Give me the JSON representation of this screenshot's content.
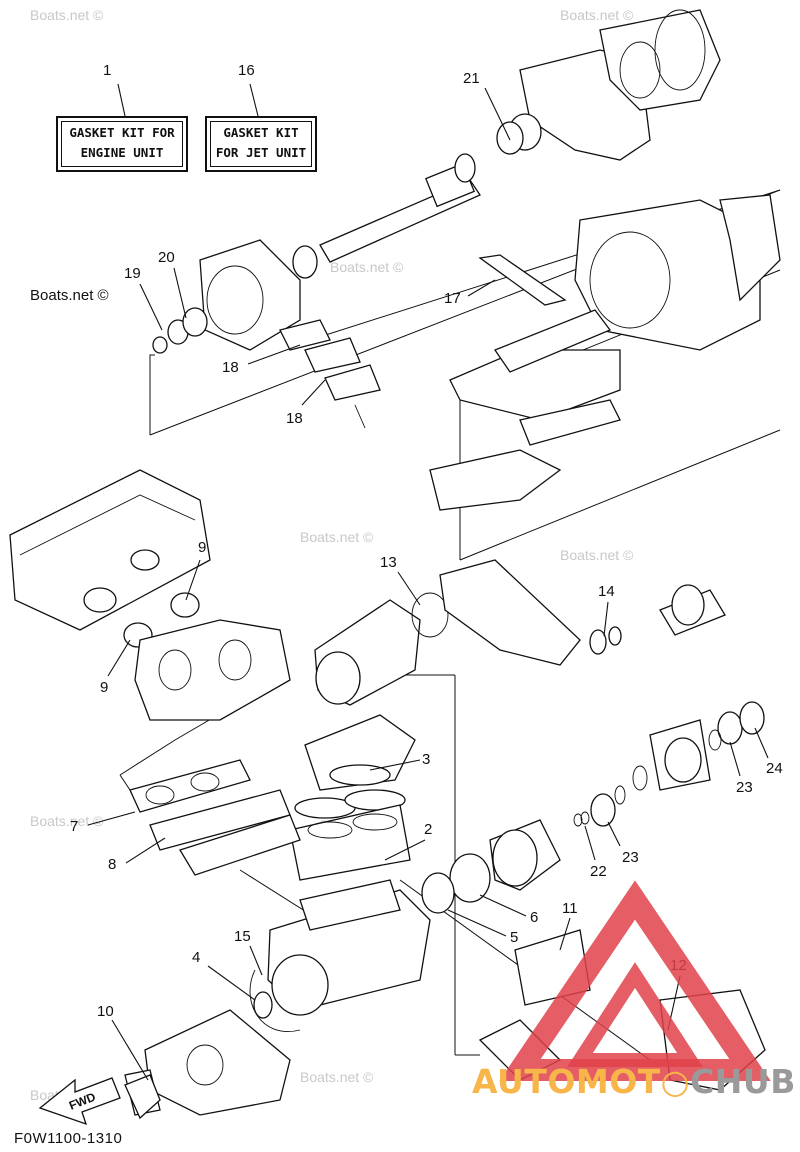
{
  "kits": [
    {
      "number": "1",
      "line1": "GASKET KIT FOR",
      "line2": "ENGINE UNIT"
    },
    {
      "number": "16",
      "line1": "GASKET KIT",
      "line2": "FOR JET UNIT"
    }
  ],
  "callouts": [
    {
      "id": "c21",
      "label": "21"
    },
    {
      "id": "c19",
      "label": "19"
    },
    {
      "id": "c20",
      "label": "20"
    },
    {
      "id": "c17",
      "label": "17"
    },
    {
      "id": "c18a",
      "label": "18"
    },
    {
      "id": "c18b",
      "label": "18"
    },
    {
      "id": "c9a",
      "label": "9"
    },
    {
      "id": "c9b",
      "label": "9"
    },
    {
      "id": "c13",
      "label": "13"
    },
    {
      "id": "c14",
      "label": "14"
    },
    {
      "id": "c3",
      "label": "3"
    },
    {
      "id": "c24",
      "label": "24"
    },
    {
      "id": "c23a",
      "label": "23"
    },
    {
      "id": "c7",
      "label": "7"
    },
    {
      "id": "c2",
      "label": "2"
    },
    {
      "id": "c23b",
      "label": "23"
    },
    {
      "id": "c8",
      "label": "8"
    },
    {
      "id": "c22",
      "label": "22"
    },
    {
      "id": "c6",
      "label": "6"
    },
    {
      "id": "c11",
      "label": "11"
    },
    {
      "id": "c5",
      "label": "5"
    },
    {
      "id": "c15",
      "label": "15"
    },
    {
      "id": "c12",
      "label": "12"
    },
    {
      "id": "c4",
      "label": "4"
    },
    {
      "id": "c10",
      "label": "10"
    }
  ],
  "fwd_label": "FWD",
  "figure_code": "F0W1100-1310",
  "watermark": "Boats.net ©",
  "logo": {
    "part1": "AUTOMOT",
    "part2": "CHUB",
    "triangle_color": "#e0414a",
    "auto_color": "#f7b54a",
    "hub_color": "#9a9a9a"
  }
}
